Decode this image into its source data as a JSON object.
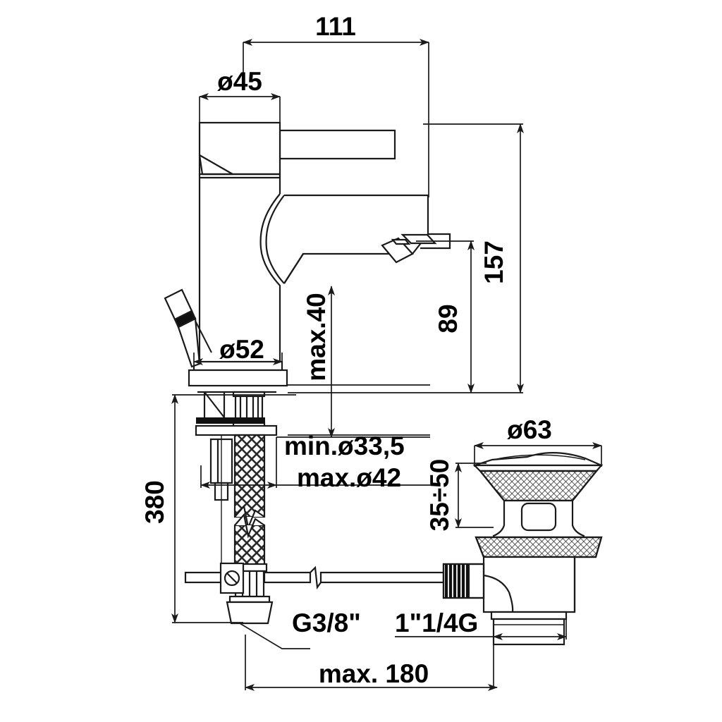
{
  "drawing": {
    "type": "technical-dimension-drawing",
    "subject": "Single-lever basin mixer tap with pop-up waste drain assembly",
    "units": "mm",
    "line_color": "#1a1a1a",
    "text_color": "#000000",
    "background": "#ffffff"
  },
  "dimensions": {
    "spout_reach": {
      "label": "111",
      "orientation": "horizontal"
    },
    "body_diameter": {
      "label": "ø45",
      "orientation": "horizontal"
    },
    "total_height": {
      "label": "157",
      "orientation": "vertical"
    },
    "spout_height": {
      "label": "89",
      "orientation": "vertical"
    },
    "max_counter_thickness": {
      "label": "max.40",
      "orientation": "vertical"
    },
    "base_diameter": {
      "label": "ø52",
      "orientation": "horizontal"
    },
    "hole_min_diameter": {
      "label": "min.ø33,5",
      "orientation": "horizontal"
    },
    "hole_max_diameter": {
      "label": "max.ø42",
      "orientation": "horizontal"
    },
    "hose_length": {
      "label": "380",
      "orientation": "vertical"
    },
    "hose_thread": {
      "label": "G3/8\"",
      "orientation": "horizontal"
    },
    "drain_cap_diameter": {
      "label": "ø63",
      "orientation": "horizontal"
    },
    "drain_basin_thickness": {
      "label": "35÷50",
      "orientation": "vertical"
    },
    "drain_thread": {
      "label": "1\"1/4G",
      "orientation": "horizontal"
    },
    "rod_max_length": {
      "label": "max. 180",
      "orientation": "horizontal"
    }
  },
  "parts": {
    "lever_handle": "lever-handle",
    "cartridge_body": "cartridge-body",
    "spout": "spout",
    "aerator": "aerator-outlet",
    "base_flange": "base-flange",
    "allen_key": "allen-key-tool",
    "mounting_bracket": "mounting-bracket",
    "threaded_stud": "threaded-stud",
    "braided_hose": "braided-flexible-hose",
    "hose_nut": "hose-coupling-nut",
    "pop_up_rod": "pop-up-lift-rod",
    "rod_clamp": "rod-clamp",
    "drain_cap": "drain-cap",
    "drain_body": "drain-body",
    "drain_tailpiece": "drain-tailpiece",
    "knurled_nut": "knurled-adjust-nut"
  }
}
